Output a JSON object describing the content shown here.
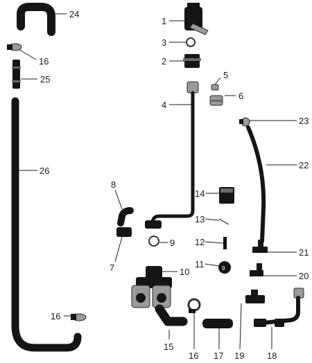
{
  "diagram": {
    "callouts": [
      {
        "id": "c24",
        "label": "24"
      },
      {
        "id": "c16a",
        "label": "16"
      },
      {
        "id": "c25",
        "label": "25"
      },
      {
        "id": "c26",
        "label": "26"
      },
      {
        "id": "c16b",
        "label": "16"
      },
      {
        "id": "c1",
        "label": "1"
      },
      {
        "id": "c3",
        "label": "3"
      },
      {
        "id": "c2",
        "label": "2"
      },
      {
        "id": "c5",
        "label": "5"
      },
      {
        "id": "c6",
        "label": "6"
      },
      {
        "id": "c4",
        "label": "4"
      },
      {
        "id": "c23",
        "label": "23"
      },
      {
        "id": "c22",
        "label": "22"
      },
      {
        "id": "c8",
        "label": "8"
      },
      {
        "id": "c14",
        "label": "14"
      },
      {
        "id": "c13",
        "label": "13"
      },
      {
        "id": "c12",
        "label": "12"
      },
      {
        "id": "c9",
        "label": "9"
      },
      {
        "id": "c7",
        "label": "7"
      },
      {
        "id": "c21",
        "label": "21"
      },
      {
        "id": "c11",
        "label": "11"
      },
      {
        "id": "c11b",
        "label": "9"
      },
      {
        "id": "c10",
        "label": "10"
      },
      {
        "id": "c20",
        "label": "20"
      },
      {
        "id": "c15",
        "label": "15"
      },
      {
        "id": "c16c",
        "label": "16"
      },
      {
        "id": "c17",
        "label": "17"
      },
      {
        "id": "c19",
        "label": "19"
      },
      {
        "id": "c18",
        "label": "18"
      }
    ]
  }
}
